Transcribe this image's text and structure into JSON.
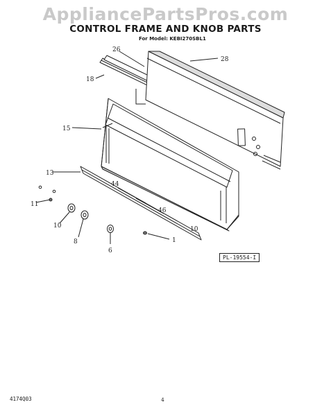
{
  "watermark": "AppliancePartsPros.com",
  "title": "CONTROL FRAME AND KNOB PARTS",
  "subtitle": "For Model: KEBI270SBL1",
  "reference_code": "PL-19554-I",
  "footer": {
    "doc_number": "4174Q03",
    "page_number": "4"
  },
  "callouts": {
    "c26": "26",
    "c28": "28",
    "c18": "18",
    "c15": "15",
    "c13": "13",
    "c11": "11",
    "c10": "10",
    "c8": "8",
    "c6": "6",
    "c1": "1"
  }
}
